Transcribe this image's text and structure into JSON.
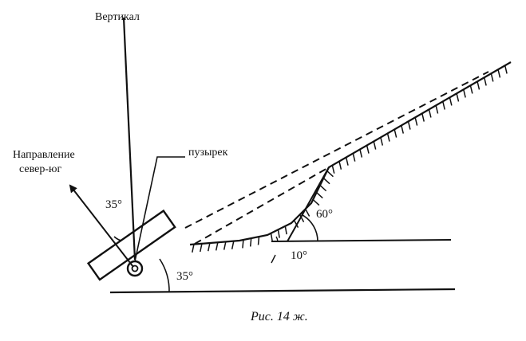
{
  "figure": {
    "labels": {
      "vertical": "Вертикал",
      "bubble": "пузырек",
      "direction_line1": "Направление",
      "direction_line2": "север-юг",
      "angle_vertical": "35°",
      "angle_base": "35°",
      "angle_60": "60°",
      "angle_10": "10°"
    },
    "caption": "Рис. 14 ж.",
    "colors": {
      "ink": "#111111",
      "background": "#ffffff"
    }
  }
}
